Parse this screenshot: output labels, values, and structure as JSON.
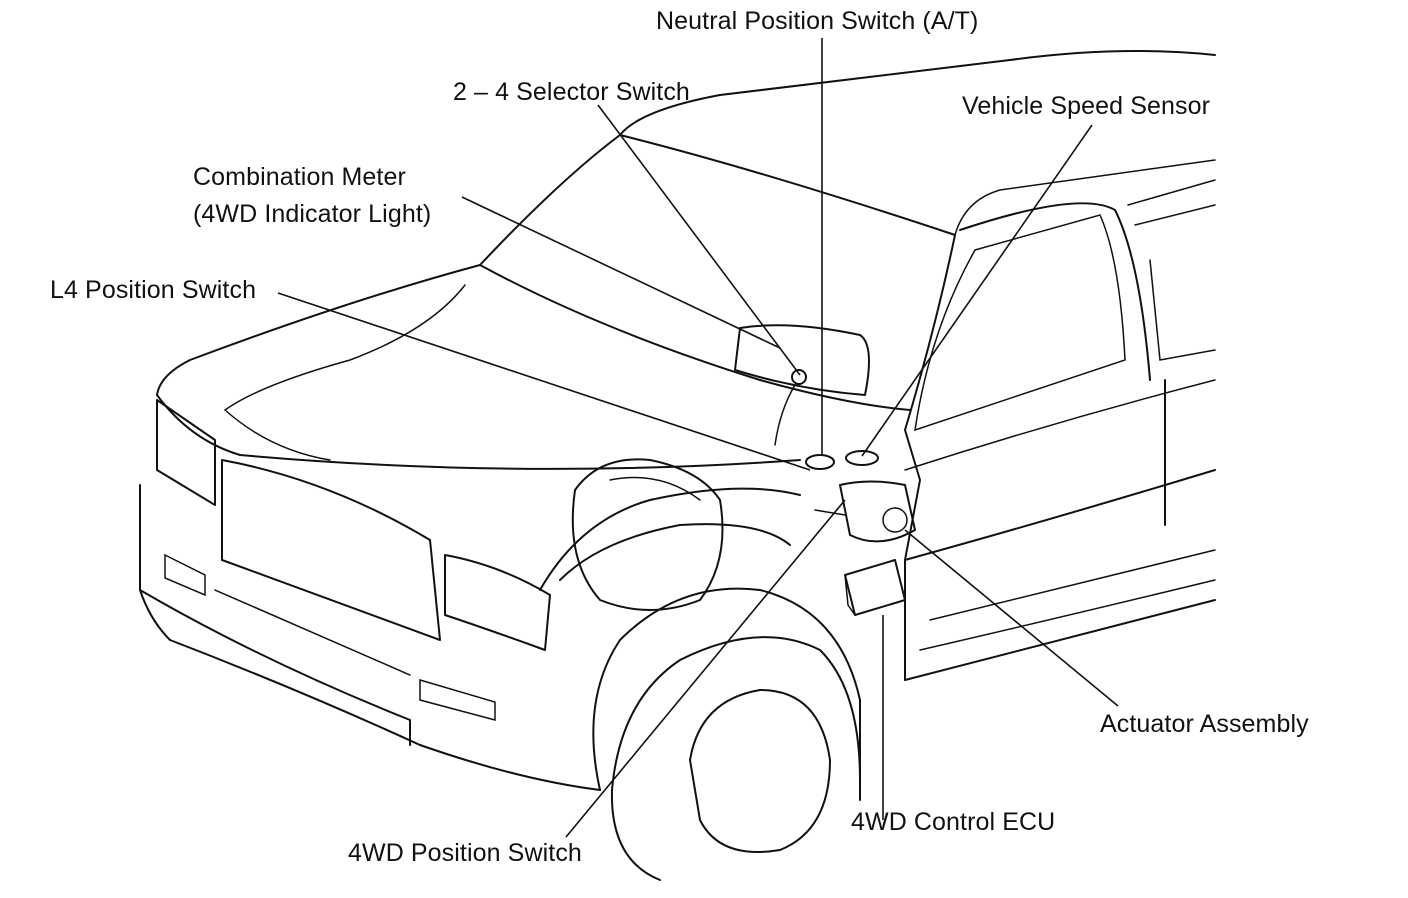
{
  "labels": {
    "neutral_switch": "Neutral Position Switch (A/T)",
    "selector_switch": "2 – 4 Selector Switch",
    "speed_sensor": "Vehicle Speed Sensor",
    "combination_meter": "Combination Meter",
    "indicator_light": "(4WD Indicator Light)",
    "l4_switch": "L4 Position Switch",
    "actuator": "Actuator Assembly",
    "control_ecu": "4WD Control ECU",
    "position_switch": "4WD Position Switch"
  }
}
